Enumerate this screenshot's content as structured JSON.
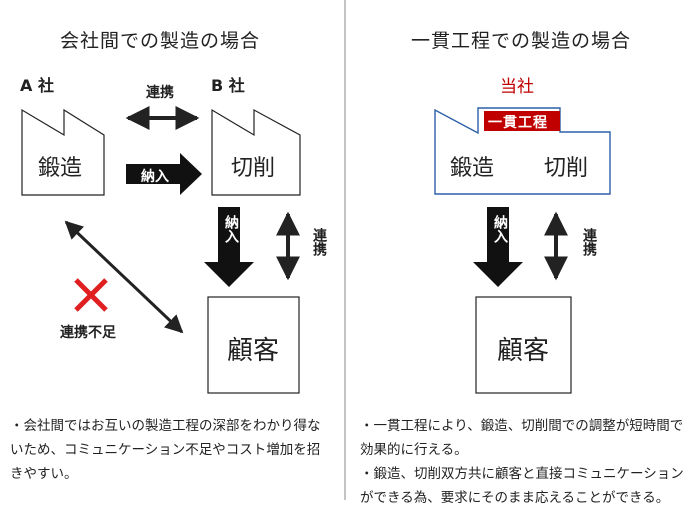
{
  "left": {
    "title": "会社間での製造の場合",
    "company_a": "A 社",
    "company_b": "B 社",
    "forging": "鍛造",
    "cutting": "切削",
    "customer": "顧客",
    "cooperation_top": "連携",
    "delivery_horizontal": "納入",
    "delivery_vertical": "納入",
    "cooperation_vertical": "連携",
    "lack_label": "連携不足",
    "note": "・会社間ではお互いの製造工程の深部をわかり得ないため、コミュニケーション不足やコスト増加を招きやすい。"
  },
  "right": {
    "title": "一貫工程での製造の場合",
    "company": "当社",
    "integrated_badge": "一貫工程",
    "forging": "鍛造",
    "cutting": "切削",
    "customer": "顧客",
    "delivery_vertical": "納入",
    "cooperation_vertical": "連携",
    "note1": "・一貫工程により、鍛造、切削間での調整が短時間で効果的に行える。",
    "note2": "・鍛造、切削双方共に顧客と直接コミュニケーションができる為、要求にそのまま応えることができる。"
  },
  "colors": {
    "accent_red": "#c00000",
    "factory_blue": "#2e5fa8",
    "stroke": "#222222",
    "cross_red": "#e02020"
  }
}
